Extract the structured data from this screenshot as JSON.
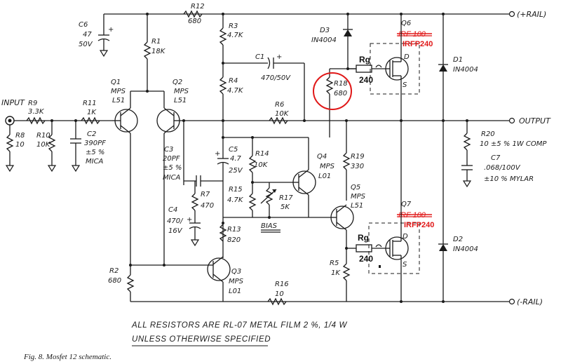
{
  "rails": {
    "pos": "(+RAIL)",
    "neg": "(-RAIL)",
    "output": "OUTPUT",
    "input": "INPUT"
  },
  "components": {
    "R9": {
      "ref": "R9",
      "value": "3.3K"
    },
    "R8": {
      "ref": "R8",
      "value": "10"
    },
    "R10": {
      "ref": "R10",
      "value": "10K"
    },
    "R11": {
      "ref": "R11",
      "value": "1K"
    },
    "C2": {
      "ref": "C2",
      "value": "390PF",
      "tol": "±5 %",
      "type": "MICA"
    },
    "C6": {
      "ref": "C6",
      "value": "47",
      "volt": "50V"
    },
    "R12": {
      "ref": "R12",
      "value": "680"
    },
    "R1": {
      "ref": "R1",
      "value": "18K"
    },
    "Q1": {
      "ref": "Q1",
      "part": "MPS",
      "sub": "L51"
    },
    "Q2": {
      "ref": "Q2",
      "part": "MPS",
      "sub": "L51"
    },
    "R3": {
      "ref": "R3",
      "value": "4.7K"
    },
    "R4": {
      "ref": "R4",
      "value": "4.7K"
    },
    "C1": {
      "ref": "C1",
      "value": "470/50V"
    },
    "R6": {
      "ref": "R6",
      "value": "10K"
    },
    "C3": {
      "ref": "C3",
      "value": "20PF",
      "tol": "±5 %",
      "type": "MICA"
    },
    "C5": {
      "ref": "C5",
      "value": "4.7",
      "volt": "25V"
    },
    "R14": {
      "ref": "R14",
      "value": "10K"
    },
    "R15": {
      "ref": "R15",
      "value": "4.7K"
    },
    "R17": {
      "ref": "R17",
      "value": "5K",
      "label": "BIAS"
    },
    "R7": {
      "ref": "R7",
      "value": "470"
    },
    "C4": {
      "ref": "C4",
      "value": "470/",
      "volt": "16V"
    },
    "R13": {
      "ref": "R13",
      "value": "820"
    },
    "R2": {
      "ref": "R2",
      "value": "680"
    },
    "Q3": {
      "ref": "Q3",
      "part": "MPS",
      "sub": "L01"
    },
    "Q4": {
      "ref": "Q4",
      "part": "MPS",
      "sub": "L01"
    },
    "Q5": {
      "ref": "Q5",
      "part": "MPS",
      "sub": "L51"
    },
    "R16": {
      "ref": "R16",
      "value": "10"
    },
    "R18": {
      "ref": "R18",
      "value": "680"
    },
    "R19": {
      "ref": "R19",
      "value": "330"
    },
    "R5": {
      "ref": "R5",
      "value": "1K"
    },
    "D3": {
      "ref": "D3",
      "part": "IN4004"
    },
    "D1": {
      "ref": "D1",
      "part": "IN4004"
    },
    "D2": {
      "ref": "D2",
      "part": "IN4004"
    },
    "Q6": {
      "ref": "Q6",
      "old": "IRF 100",
      "new": "IRFP240",
      "pins": [
        "D",
        "S"
      ]
    },
    "Q7": {
      "ref": "Q7",
      "old": "IRF 100",
      "new": "IRFP240",
      "pins": [
        "D",
        "S"
      ]
    },
    "Rg_top": {
      "ref": "Rg",
      "value": "240"
    },
    "Rg_bot": {
      "ref": "Rg",
      "value": "240"
    },
    "R20": {
      "ref": "R20",
      "value": "10 ±5 % 1W COMP"
    },
    "C7": {
      "ref": "C7",
      "value": ".068/100V",
      "tol": "±10 % MYLAR"
    }
  },
  "notes": {
    "line1": "ALL RESISTORS ARE RL-07 METAL FILM 2 %, 1/4 W",
    "line2": "UNLESS OTHERWISE SPECIFIED"
  },
  "caption": "Fig. 8. Mosfet 12 schematic.",
  "annotation_color": "#e01818"
}
